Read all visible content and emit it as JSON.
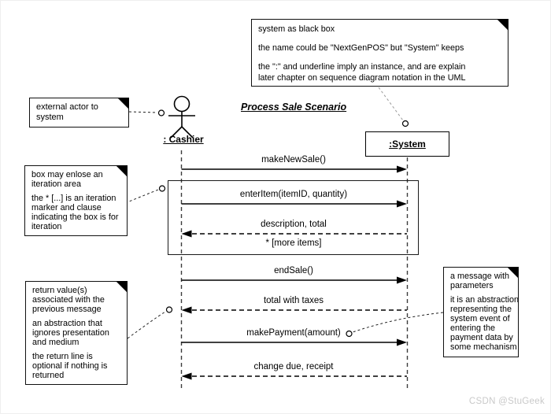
{
  "diagram": {
    "title": "Process Sale Scenario",
    "watermark": "CSDN @StuGeek"
  },
  "actors": {
    "cashier": {
      "label": ": Cashier"
    },
    "system": {
      "label": ":System"
    }
  },
  "messages": [
    {
      "label": "makeNewSale()",
      "type": "sync"
    },
    {
      "label": "enterItem(itemID, quantity)",
      "type": "sync"
    },
    {
      "label": "description, total",
      "type": "return"
    },
    {
      "label": "endSale()",
      "type": "sync"
    },
    {
      "label": "total with taxes",
      "type": "return"
    },
    {
      "label": "makePayment(amount)",
      "type": "sync"
    },
    {
      "label": "change due, receipt",
      "type": "return"
    }
  ],
  "iteration_marker": "* [more items]",
  "notes": {
    "black_box": {
      "lines": [
        "system as black box",
        "",
        "the name could be \"NextGenPOS\" but \"System\" keeps",
        "",
        "the \":\" and underline imply an instance, and are explain",
        "later chapter on sequence diagram notation in the UML"
      ]
    },
    "external_actor": {
      "lines": [
        "external actor to",
        "system"
      ]
    },
    "iteration": {
      "lines": [
        "box may enlose an",
        "iteration area",
        "",
        "the * [...] is an iteration",
        "marker and clause",
        "indicating the box is for",
        "iteration"
      ]
    },
    "return_values": {
      "lines": [
        "return value(s)",
        "associated with the",
        "previous message",
        "",
        "an abstraction that",
        "ignores presentation",
        "and medium",
        "",
        "the return line is",
        "optional if nothing is",
        "returned"
      ]
    },
    "message_params": {
      "lines": [
        "a message with",
        "parameters",
        "",
        "it is an abstraction",
        "representing the",
        "system event of",
        "entering the",
        "payment data by",
        "some mechanism"
      ]
    }
  },
  "colors": {
    "line": "#000000",
    "lifeline": "#3c3c3c",
    "watermark": "#c9c9c9"
  }
}
